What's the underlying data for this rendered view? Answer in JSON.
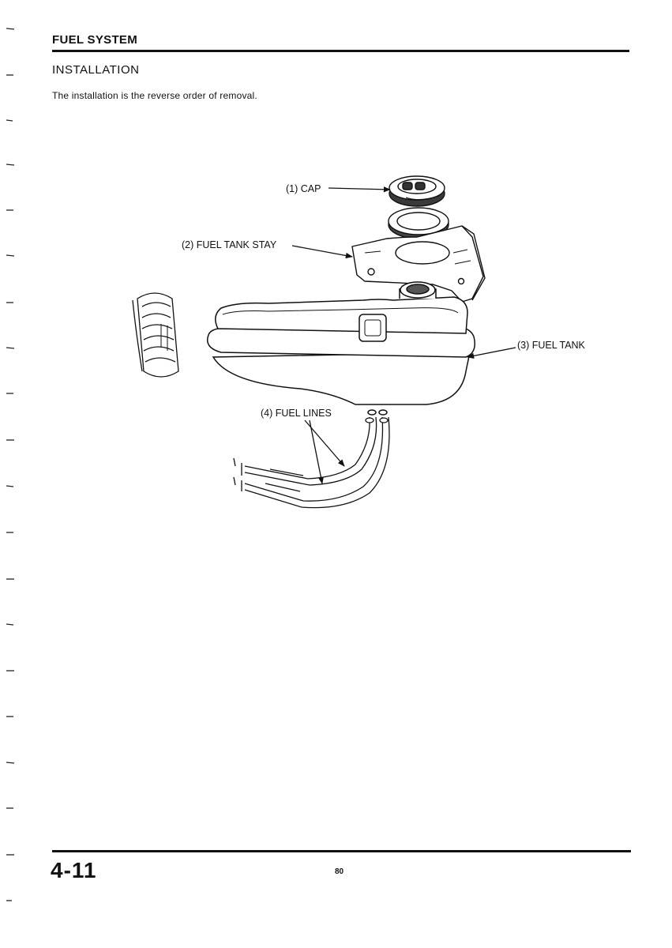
{
  "header": {
    "title": "FUEL SYSTEM"
  },
  "section": {
    "heading": "INSTALLATION",
    "body": "The installation is the reverse order of removal."
  },
  "figure": {
    "callouts": [
      {
        "id": "cap",
        "label": "(1) CAP"
      },
      {
        "id": "fuel-tank-stay",
        "label": "(2) FUEL TANK STAY"
      },
      {
        "id": "fuel-tank",
        "label": "(3) FUEL TANK"
      },
      {
        "id": "fuel-lines",
        "label": "(4) FUEL LINES"
      }
    ]
  },
  "footer": {
    "page_number": "4-11",
    "sheet_number": "80"
  }
}
